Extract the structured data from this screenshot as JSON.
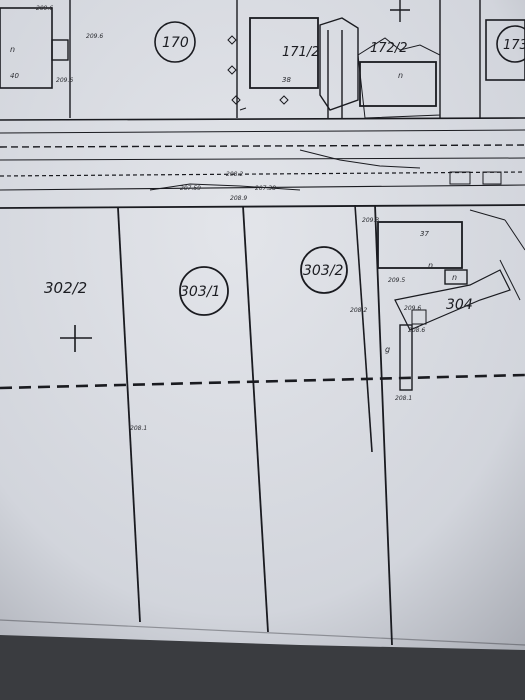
{
  "parcels": {
    "p170": "170",
    "p171_2": "171/2",
    "p172_2": "172/2",
    "p173": "173",
    "p302_2": "302/2",
    "p303_1": "303/1",
    "p303_2": "303/2",
    "p304": "304"
  },
  "building_marks": {
    "b1_n": "n",
    "b1_40": "40",
    "b2_38": "38",
    "b3_n": "n",
    "b4_37": "37",
    "b4_n": "n",
    "b5_n": "n",
    "b6_g": "g"
  },
  "elevations": {
    "e_top1": "209.6",
    "e_top2": "209.6",
    "e_top3": "209.6",
    "e_mid1": "207.59",
    "e_mid2": "207.38",
    "e_mid3": "208.2",
    "e_mid4": "208.9",
    "e_low1": "208.1",
    "e_low2": "209.3",
    "e_right1": "209.6",
    "e_right2": "209.5",
    "e_right3": "208.6",
    "e_right4": "208.2",
    "e_bottom": "208.1"
  },
  "colors": {
    "paper": "#d6d9e0",
    "line": "#1a1b20",
    "background": "#3a3c40"
  }
}
